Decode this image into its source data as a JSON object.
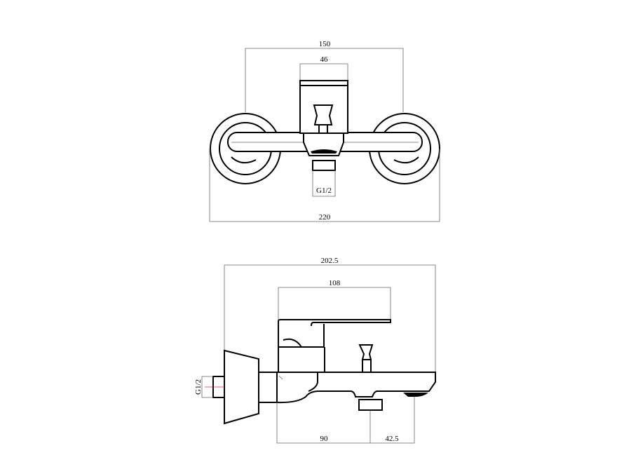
{
  "top_view": {
    "dim_overall_width": "150",
    "dim_handle_width": "46",
    "dim_inlet_thread": "G1/2",
    "dim_total_width": "220"
  },
  "side_view": {
    "dim_projection": "202.5",
    "dim_lever_length": "108",
    "dim_wall_thread": "G1/2",
    "dim_outlet_offset": "90",
    "dim_spout_offset": "42.5"
  },
  "colors": {
    "line": "#000000",
    "dimension": "#666666",
    "centerline": "#e0204a"
  }
}
